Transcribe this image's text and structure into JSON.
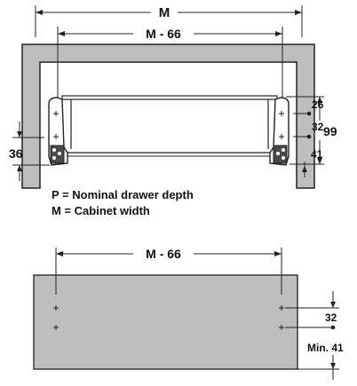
{
  "top_view": {
    "dim_cabinet_width": "M",
    "dim_inner_width": "M - 66",
    "dim_26": "26",
    "dim_32": "32",
    "dim_99": "99",
    "dim_41": "41",
    "dim_36": "36"
  },
  "legend": {
    "line_p": "P = Nominal drawer depth",
    "line_m": "M = Cabinet width"
  },
  "front_view": {
    "dim_inner_width": "M - 66",
    "dim_32": "32",
    "dim_min41": "Min. 41"
  }
}
